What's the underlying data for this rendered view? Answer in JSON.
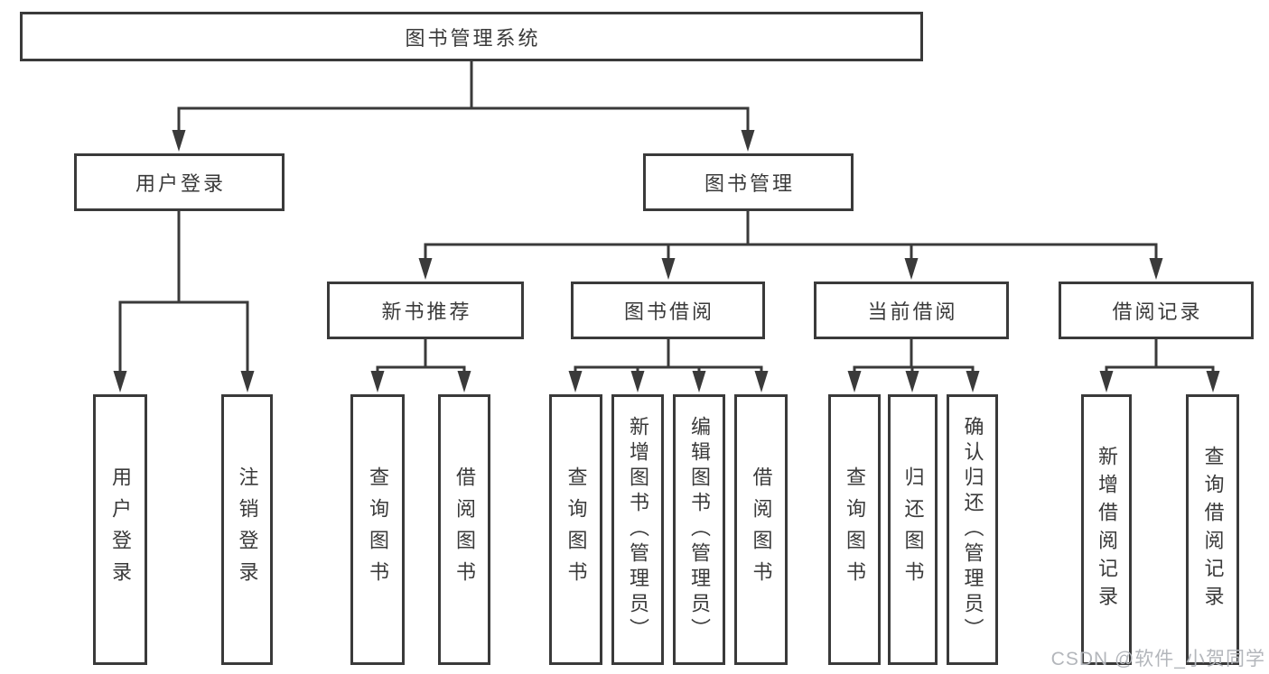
{
  "tree": {
    "root": {
      "label": "图书管理系统",
      "children": [
        {
          "label": "用户登录",
          "children": [
            {
              "label": "用户登录"
            },
            {
              "label": "注销登录"
            }
          ]
        },
        {
          "label": "图书管理",
          "children": [
            {
              "label": "新书推荐",
              "children": [
                {
                  "label": "查询图书"
                },
                {
                  "label": "借阅图书"
                }
              ]
            },
            {
              "label": "图书借阅",
              "children": [
                {
                  "label": "查询图书"
                },
                {
                  "label": "新增图书（管理员）"
                },
                {
                  "label": "编辑图书（管理员）"
                },
                {
                  "label": "借阅图书"
                }
              ]
            },
            {
              "label": "当前借阅",
              "children": [
                {
                  "label": "查询图书"
                },
                {
                  "label": "归还图书"
                },
                {
                  "label": "确认归还（管理员）"
                }
              ]
            },
            {
              "label": "借阅记录",
              "children": [
                {
                  "label": "新增借阅记录"
                },
                {
                  "label": "查询借阅记录"
                }
              ]
            }
          ]
        }
      ]
    }
  },
  "watermark": {
    "text": "CSDN @软件_小贺同学"
  },
  "colors": {
    "line": "#3a3a3a",
    "text": "#3a3a3a",
    "watermark": "#b3b6bb",
    "background": "#ffffff"
  }
}
